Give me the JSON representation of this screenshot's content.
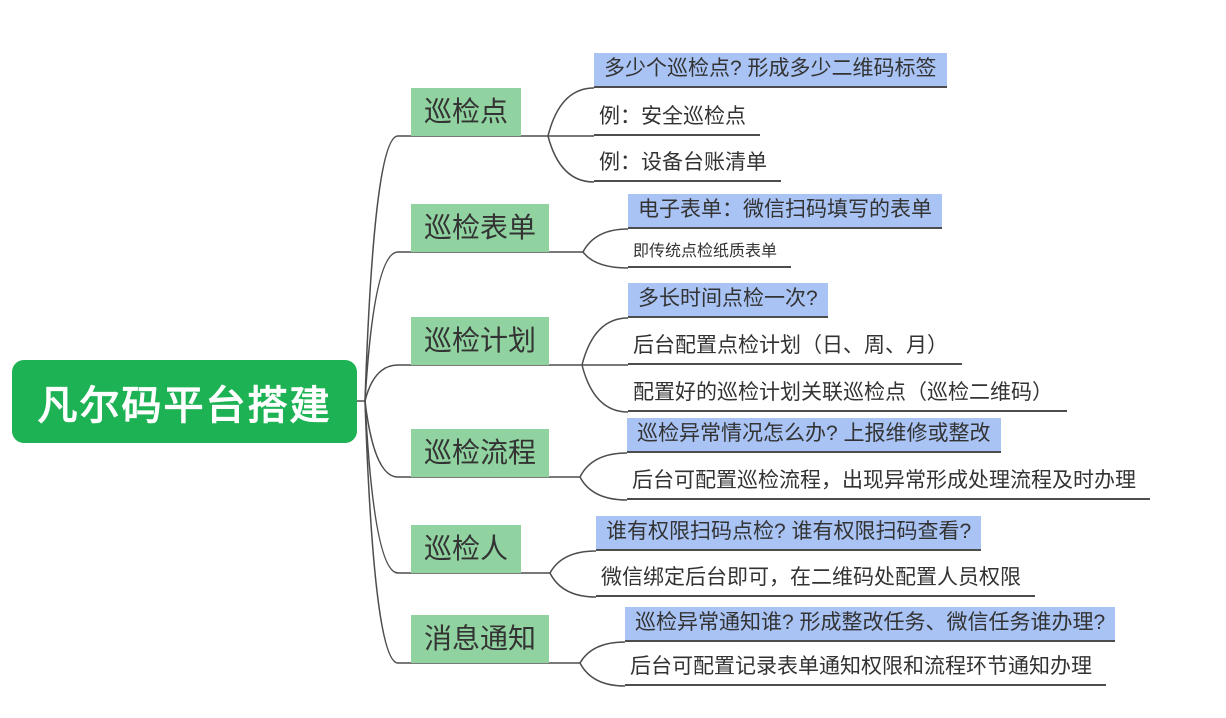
{
  "root": {
    "label": "凡尔码平台搭建"
  },
  "colors": {
    "root_bg": "#1db254",
    "root_text": "#ffffff",
    "branch_bg": "#90d2a0",
    "highlight_bg": "#a9c3f4",
    "line": "#4d4d4d",
    "text": "#333333",
    "background": "#ffffff"
  },
  "branches": [
    {
      "label": "巡检点",
      "children": [
        {
          "text": "多少个巡检点? 形成多少二维码标签",
          "highlight": true
        },
        {
          "text": "例：安全巡检点",
          "highlight": false
        },
        {
          "text": "例：设备台账清单",
          "highlight": false
        }
      ]
    },
    {
      "label": "巡检表单",
      "children": [
        {
          "text": "电子表单：微信扫码填写的表单",
          "highlight": true
        },
        {
          "text": "即传统点检纸质表单",
          "highlight": false
        }
      ]
    },
    {
      "label": "巡检计划",
      "children": [
        {
          "text": "多长时间点检一次?",
          "highlight": true
        },
        {
          "text": "后台配置点检计划（日、周、月）",
          "highlight": false
        },
        {
          "text": "配置好的巡检计划关联巡检点（巡检二维码）",
          "highlight": false
        }
      ]
    },
    {
      "label": "巡检流程",
      "children": [
        {
          "text": "巡检异常情况怎么办? 上报维修或整改",
          "highlight": true
        },
        {
          "text": "后台可配置巡检流程，出现异常形成处理流程及时办理",
          "highlight": false
        }
      ]
    },
    {
      "label": "巡检人",
      "children": [
        {
          "text": "谁有权限扫码点检? 谁有权限扫码查看?",
          "highlight": true
        },
        {
          "text": "微信绑定后台即可，在二维码处配置人员权限",
          "highlight": false
        }
      ]
    },
    {
      "label": "消息通知",
      "children": [
        {
          "text": "巡检异常通知谁? 形成整改任务、微信任务谁办理?",
          "highlight": true
        },
        {
          "text": "后台可配置记录表单通知权限和流程环节通知办理",
          "highlight": false
        }
      ]
    }
  ]
}
